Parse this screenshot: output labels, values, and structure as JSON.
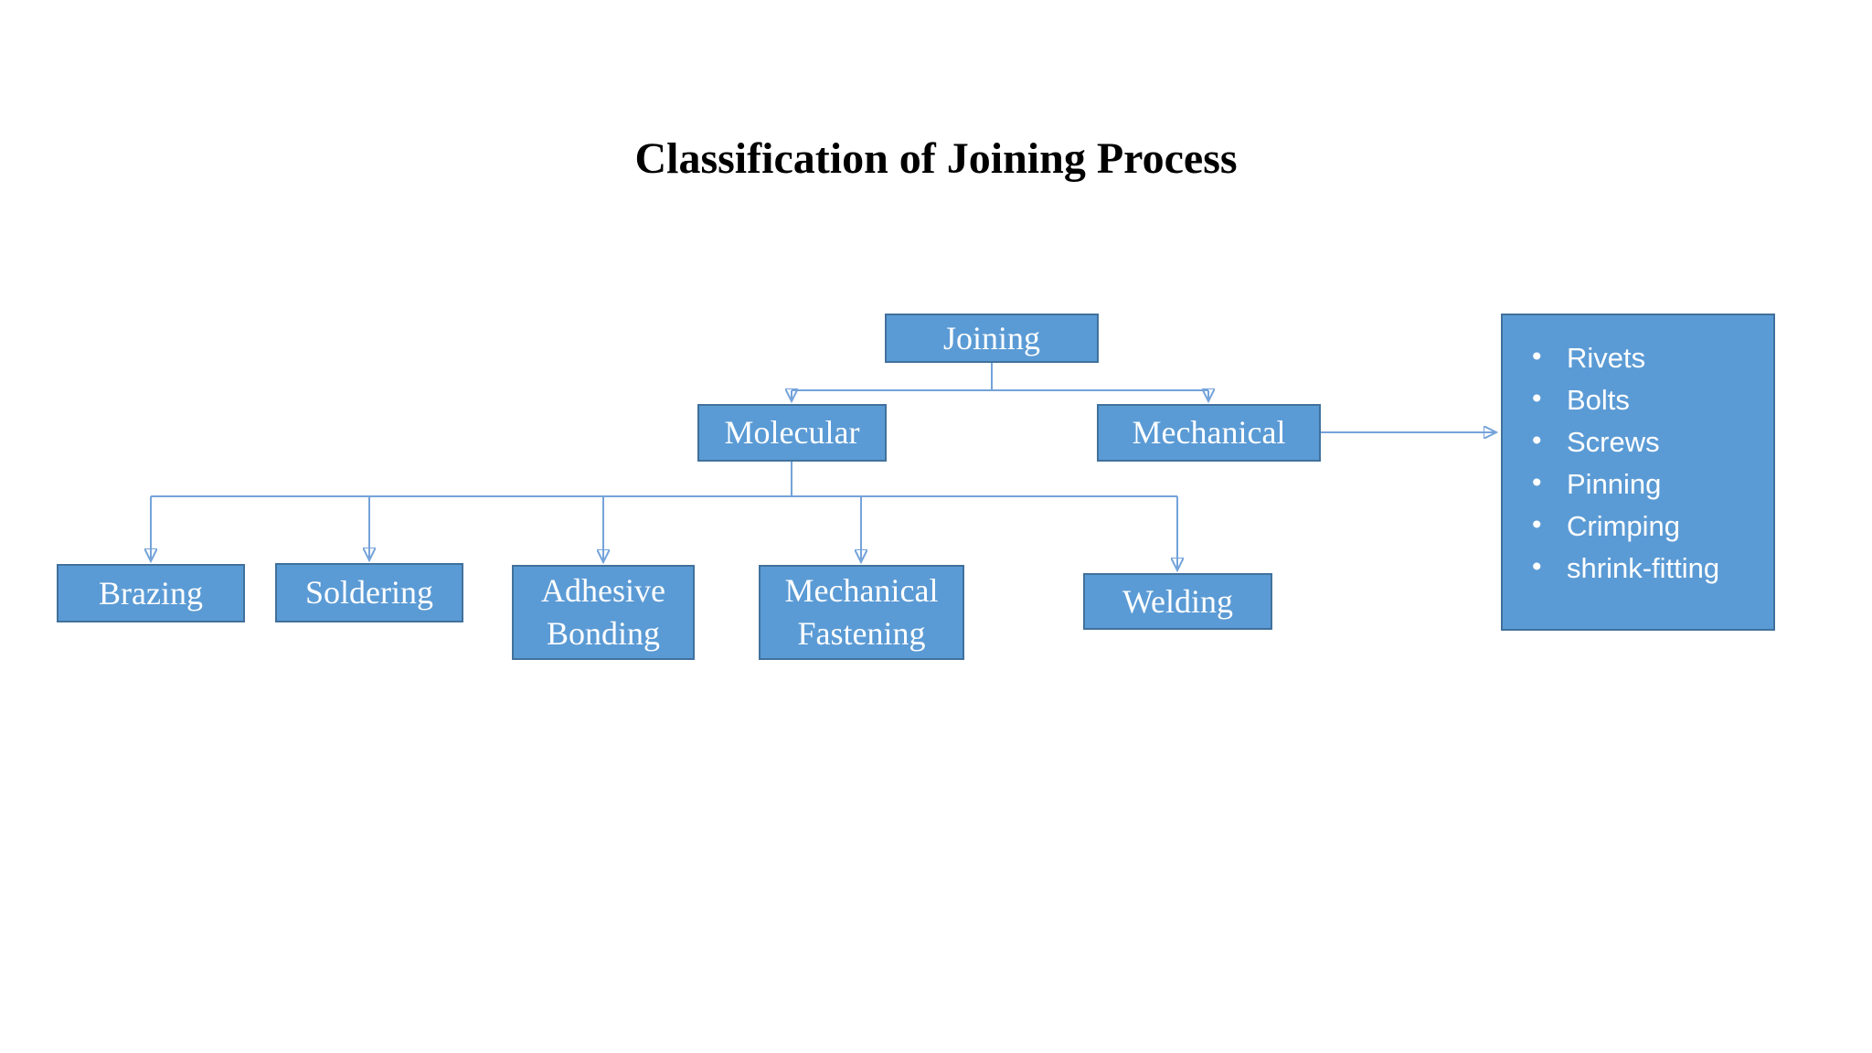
{
  "title": "Classification of Joining Process",
  "colors": {
    "node_fill": "#5B9BD5",
    "node_border": "#41719C",
    "connector": "#74A3DA",
    "arrowhead": "#4A86C8",
    "node_text": "#FFFFFF",
    "title_text": "#000000",
    "background": "#FFFFFF"
  },
  "nodes": {
    "joining": {
      "label": "Joining"
    },
    "molecular": {
      "label": "Molecular"
    },
    "mechanical": {
      "label": "Mechanical"
    },
    "brazing": {
      "label": "Brazing"
    },
    "soldering": {
      "label": "Soldering"
    },
    "adhesive_bonding": {
      "label": "Adhesive Bonding"
    },
    "mechanical_fastening": {
      "label": "Mechanical Fastening"
    },
    "welding": {
      "label": "Welding"
    }
  },
  "fastener_list": {
    "items": [
      "Rivets",
      "Bolts",
      "Screws",
      "Pinning",
      "Crimping",
      "shrink-fitting"
    ]
  }
}
